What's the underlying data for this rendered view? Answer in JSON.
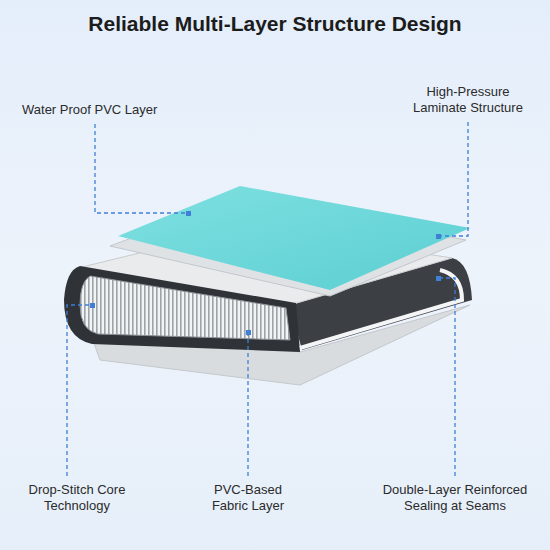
{
  "diagram": {
    "title": "Reliable Multi-Layer Structure Design",
    "labels": [
      "Water Proof PVC Layer",
      "High-Pressure Laminate Structure",
      "Drop-Stitch Core Technology",
      "PVC-Based Fabric Layer",
      "Double-Layer Reinforced Sealing at Seams"
    ]
  }
}
